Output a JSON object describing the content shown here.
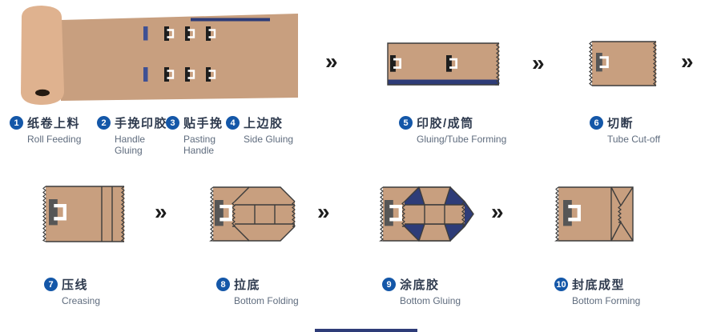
{
  "title": "Paper bag making process diagram",
  "chevron": "»",
  "steps": [
    {
      "num": "1",
      "zh": "纸卷上料",
      "en": "Roll Feeding"
    },
    {
      "num": "2",
      "zh": "手挽印胶",
      "en": "Handle Gluing"
    },
    {
      "num": "3",
      "zh": "贴手挽",
      "en": "Pasting Handle"
    },
    {
      "num": "4",
      "zh": "上边胶",
      "en": "Side Gluing"
    },
    {
      "num": "5",
      "zh": "印胶/成筒",
      "en": "Gluing/Tube Forming"
    },
    {
      "num": "6",
      "zh": "切断",
      "en": "Tube Cut-off"
    },
    {
      "num": "7",
      "zh": "压线",
      "en": "Creasing"
    },
    {
      "num": "8",
      "zh": "拉底",
      "en": "Bottom Folding"
    },
    {
      "num": "9",
      "zh": "涂底胶",
      "en": "Bottom Gluing"
    },
    {
      "num": "10",
      "zh": "封底成型",
      "en": "Bottom Forming"
    }
  ],
  "colors": {
    "tan": "#c89f7f",
    "tan_light": "#dfb28f",
    "navy": "#2e3c78",
    "blue_bar": "#3e5094",
    "badge_blue": "#1457a8",
    "zh_text": "#2f3b4f",
    "en_text": "#5f6c7e",
    "outline": "#3c3c3c",
    "arrow": "#1d1d1d",
    "roll_core": "#241a11",
    "handle_dark": "#1e1e1e",
    "handle_gray": "#565656"
  }
}
